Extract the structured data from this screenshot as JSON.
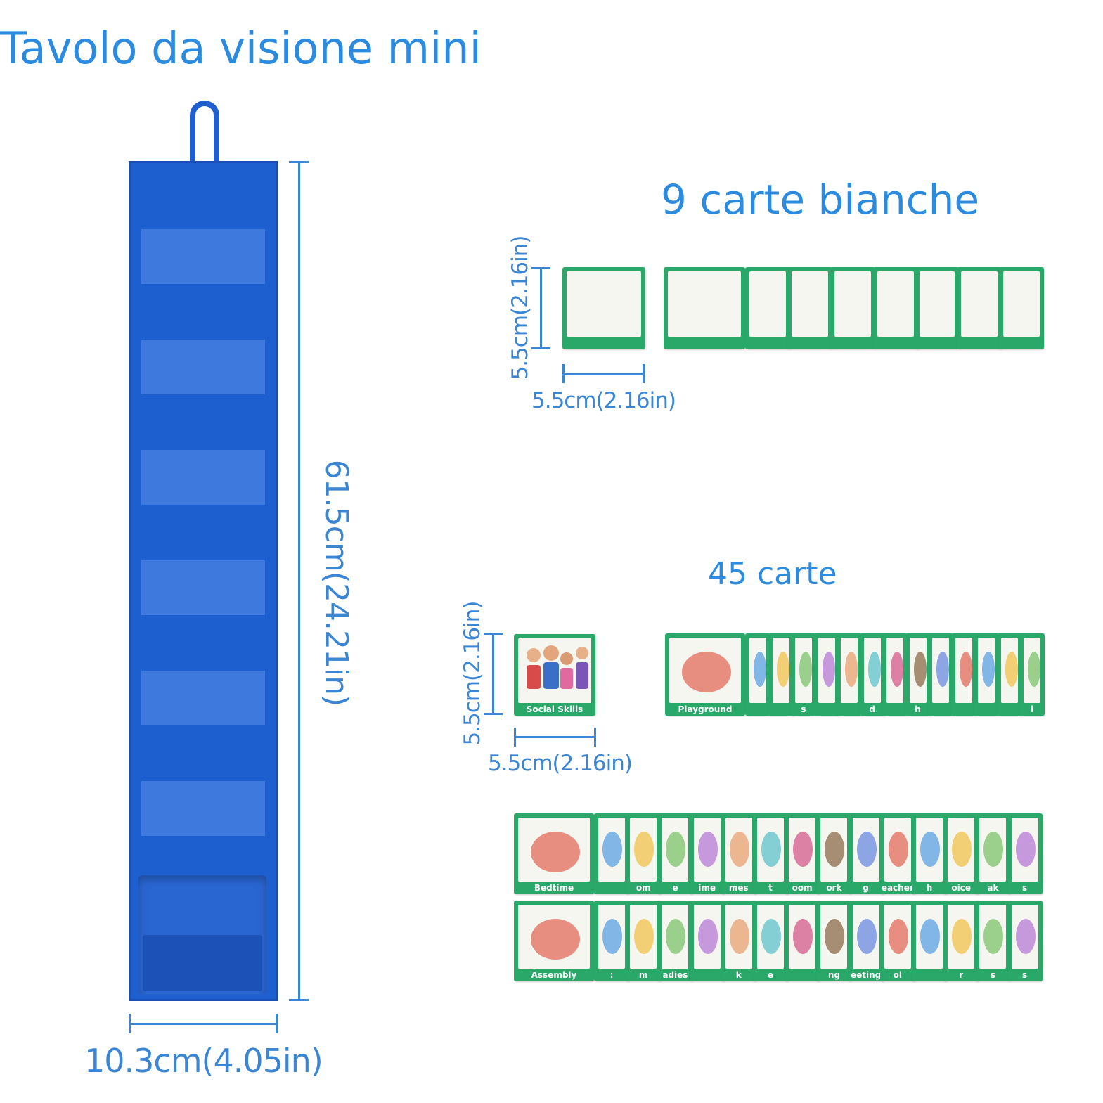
{
  "title": "Tavolo da visione mini",
  "board": {
    "height_label": "61.5cm(24.21in)",
    "width_label": "10.3cm(4.05in)"
  },
  "blank_cards": {
    "title": "9 carte bianche",
    "height_label": "5.5cm(2.16in)",
    "width_label": "5.5cm(2.16in)"
  },
  "picture_cards": {
    "title": "45 carte",
    "height_label": "5.5cm(2.16in)",
    "width_label": "5.5cm(2.16in)",
    "single_label": "Social Skills",
    "row1": [
      "Playground",
      "",
      "",
      "s",
      "",
      "",
      "d",
      "",
      "h",
      "",
      "",
      "",
      "",
      "l"
    ],
    "row2": [
      "Bedtime",
      "",
      "om",
      "e",
      "ime",
      "mes",
      "t",
      "oom",
      "ork",
      "g",
      "eacher",
      "h",
      "oice",
      "ak",
      "s"
    ],
    "row3": [
      "Assembly",
      ":",
      "m",
      "adies",
      "",
      "k",
      "e",
      "",
      "ng",
      "eeting",
      "ol",
      "",
      "r",
      "s",
      "s"
    ]
  },
  "colors": {
    "accent": "#2b8be0",
    "board_dark": "#1e5fd0",
    "board_light": "#3e7ade",
    "card_frame": "#2aa86a"
  }
}
